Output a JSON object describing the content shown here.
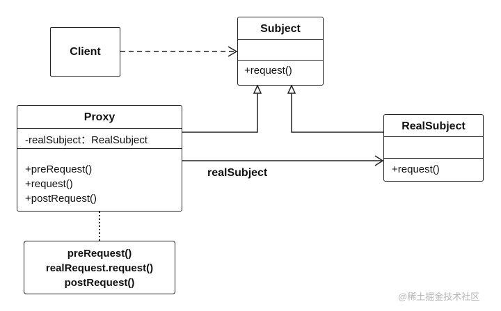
{
  "client": {
    "label": "Client"
  },
  "subject": {
    "name": "Subject",
    "methods": [
      "+request()"
    ]
  },
  "proxy": {
    "name": "Proxy",
    "attributes": [
      "-realSubject：RealSubject"
    ],
    "methods": [
      "+preRequest()",
      "+request()",
      "+postRequest()"
    ]
  },
  "real_subject": {
    "name": "RealSubject",
    "methods": [
      "+request()"
    ]
  },
  "association_label": "realSubject",
  "note": {
    "lines": [
      "preRequest()",
      "realRequest.request()",
      "postRequest()"
    ]
  },
  "watermark": "@稀土掘金技术社区"
}
